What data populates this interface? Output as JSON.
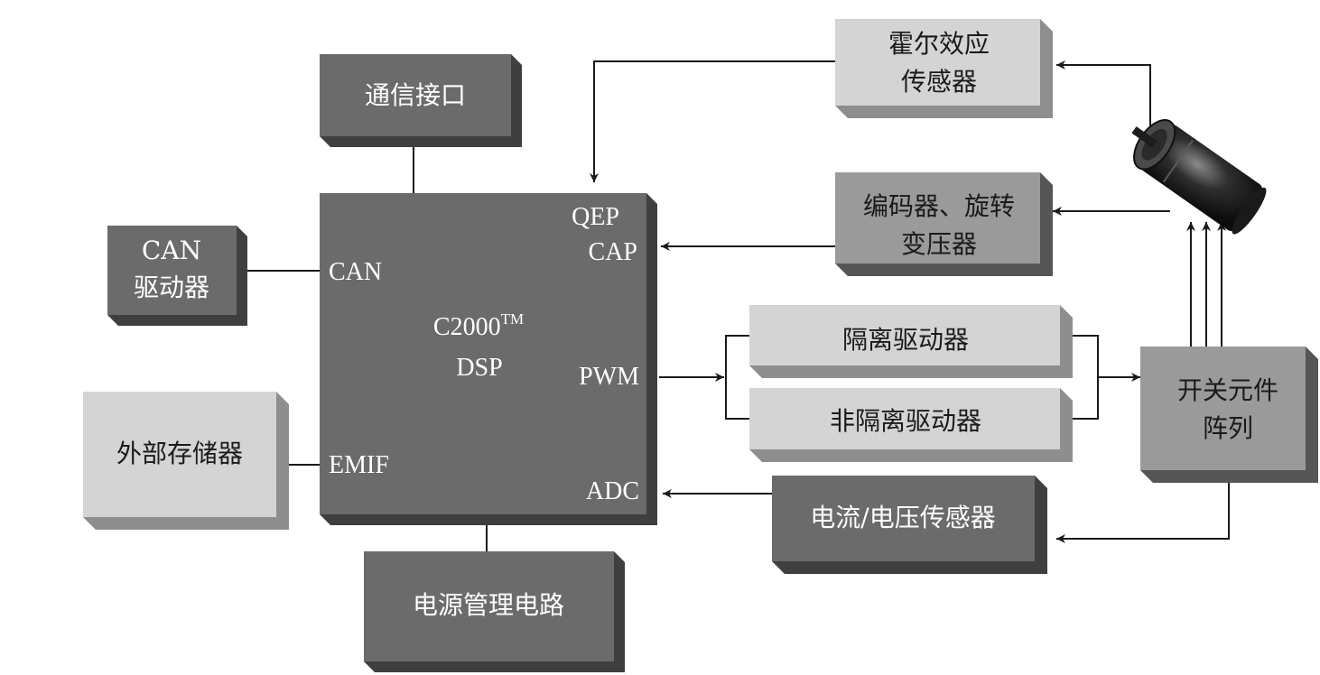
{
  "colors": {
    "dark_box": "#6b6b6b",
    "light_box": "#d4d4d4",
    "mid_box": "#9a9a9a",
    "shadow": "#3f3f3f",
    "line": "#1a1a1a"
  },
  "blocks": {
    "comm_interface": "通信接口",
    "can_driver": [
      "CAN",
      "驱动器"
    ],
    "external_memory": "外部存储器",
    "power_management": "电源管理电路",
    "hall_sensor": [
      "霍尔效应",
      "传感器"
    ],
    "encoder_resolver": [
      "编码器、旋转",
      "变压器"
    ],
    "isolated_driver": "隔离驱动器",
    "non_isolated_driver": "非隔离驱动器",
    "current_voltage_sensor": "电流/电压传感器",
    "switch_array": [
      "开关元件",
      "阵列"
    ]
  },
  "dsp": {
    "name": "C2000",
    "trademark": "TM",
    "subtitle": "DSP",
    "ports": {
      "qep": "QEP",
      "cap": "CAP",
      "can": "CAN",
      "pwm": "PWM",
      "emif": "EMIF",
      "adc": "ADC"
    }
  },
  "motor_icon": "motor-icon"
}
